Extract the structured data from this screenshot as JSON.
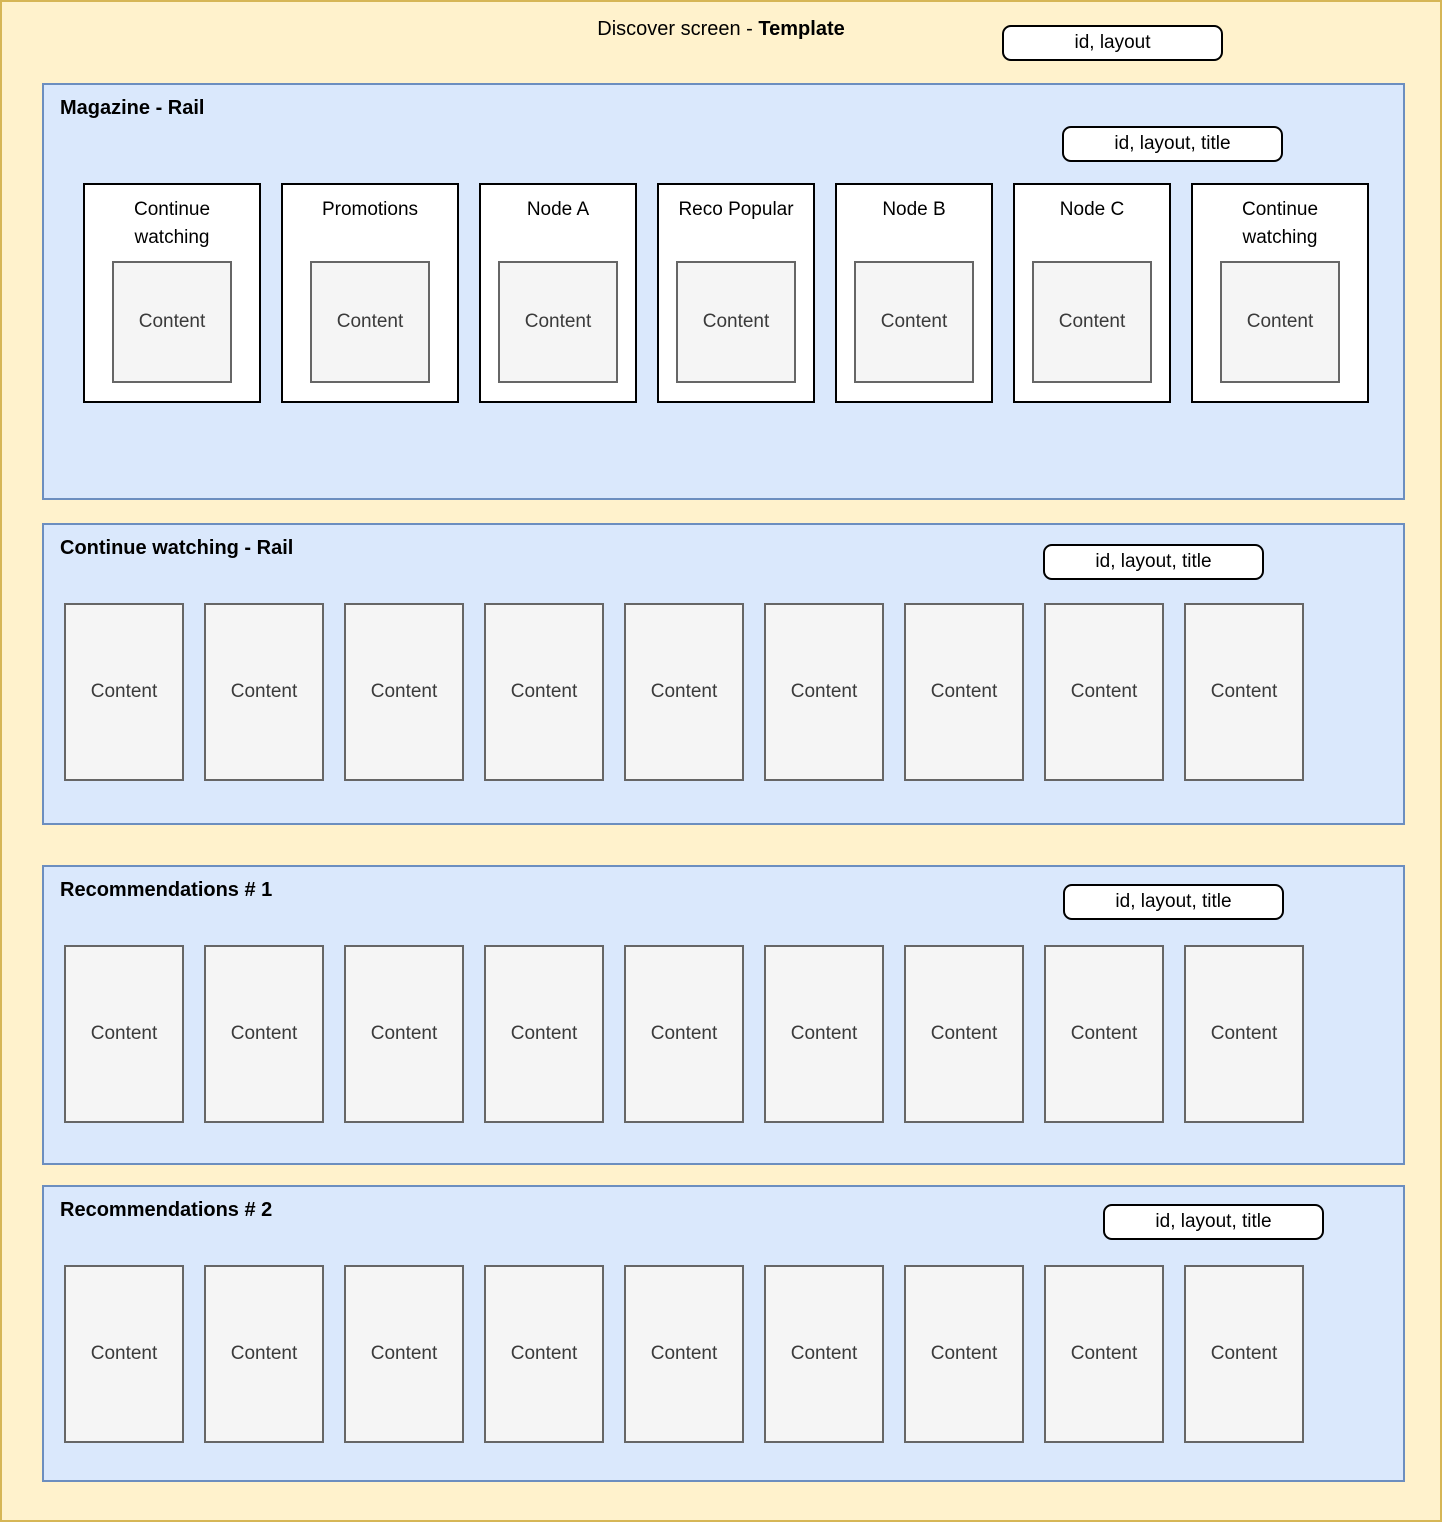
{
  "header": {
    "title_prefix": "Discover screen - ",
    "title_bold": "Template",
    "badge": "id, layout"
  },
  "sections": [
    {
      "label": "Magazine - Rail",
      "badge": "id, layout, title",
      "cards": [
        {
          "title": "Continue watching",
          "content": "Content"
        },
        {
          "title": "Promotions",
          "content": "Content"
        },
        {
          "title": "Node A",
          "content": "Content"
        },
        {
          "title": "Reco Popular",
          "content": "Content"
        },
        {
          "title": "Node B",
          "content": "Content"
        },
        {
          "title": "Node C",
          "content": "Content"
        },
        {
          "title": "Continue watching",
          "content": "Content"
        }
      ]
    },
    {
      "label": "Continue watching - Rail",
      "badge": "id, layout, title",
      "items": [
        "Content",
        "Content",
        "Content",
        "Content",
        "Content",
        "Content",
        "Content",
        "Content",
        "Content"
      ]
    },
    {
      "label": "Recommendations # 1",
      "badge": "id, layout, title",
      "items": [
        "Content",
        "Content",
        "Content",
        "Content",
        "Content",
        "Content",
        "Content",
        "Content",
        "Content"
      ]
    },
    {
      "label": "Recommendations # 2",
      "badge": "id, layout, title",
      "items": [
        "Content",
        "Content",
        "Content",
        "Content",
        "Content",
        "Content",
        "Content",
        "Content",
        "Content"
      ]
    }
  ],
  "colors": {
    "canvas_bg": "#FFF2CC",
    "canvas_border": "#D6B656",
    "rail_bg": "#DAE8FC",
    "rail_border": "#6C8EBF",
    "tile_bg": "#F5F5F5",
    "tile_border": "#666666",
    "card_bg": "#FFFFFF",
    "card_border": "#000000"
  }
}
